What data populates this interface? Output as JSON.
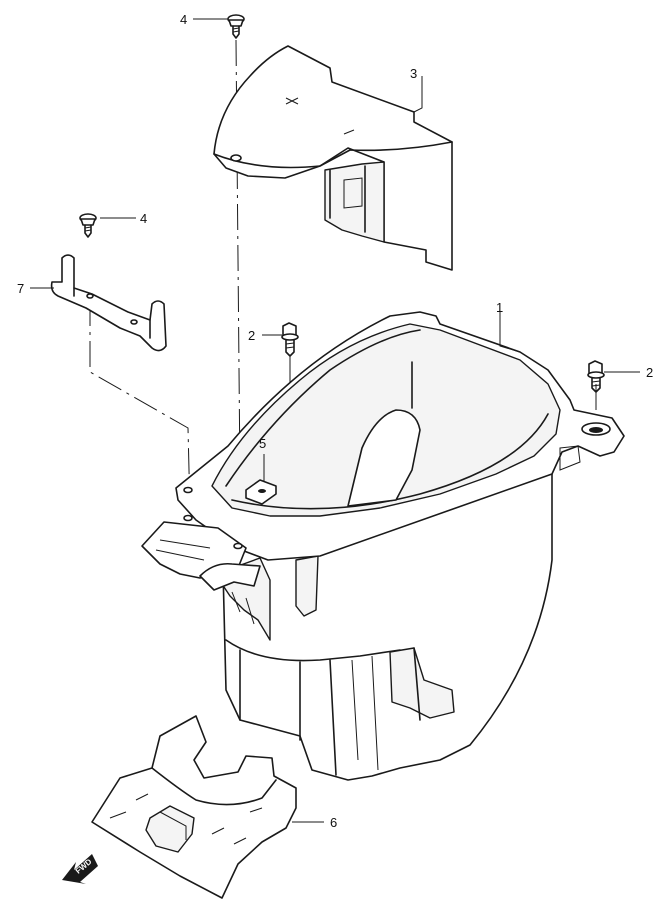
{
  "callouts": {
    "c1": "1",
    "c2a": "2",
    "c2b": "2",
    "c3": "3",
    "c4a": "4",
    "c4b": "4",
    "c5": "5",
    "c6": "6",
    "c7": "7"
  },
  "fwd_label": "FWD",
  "colors": {
    "line": "#1a1a1a",
    "background": "#ffffff"
  }
}
